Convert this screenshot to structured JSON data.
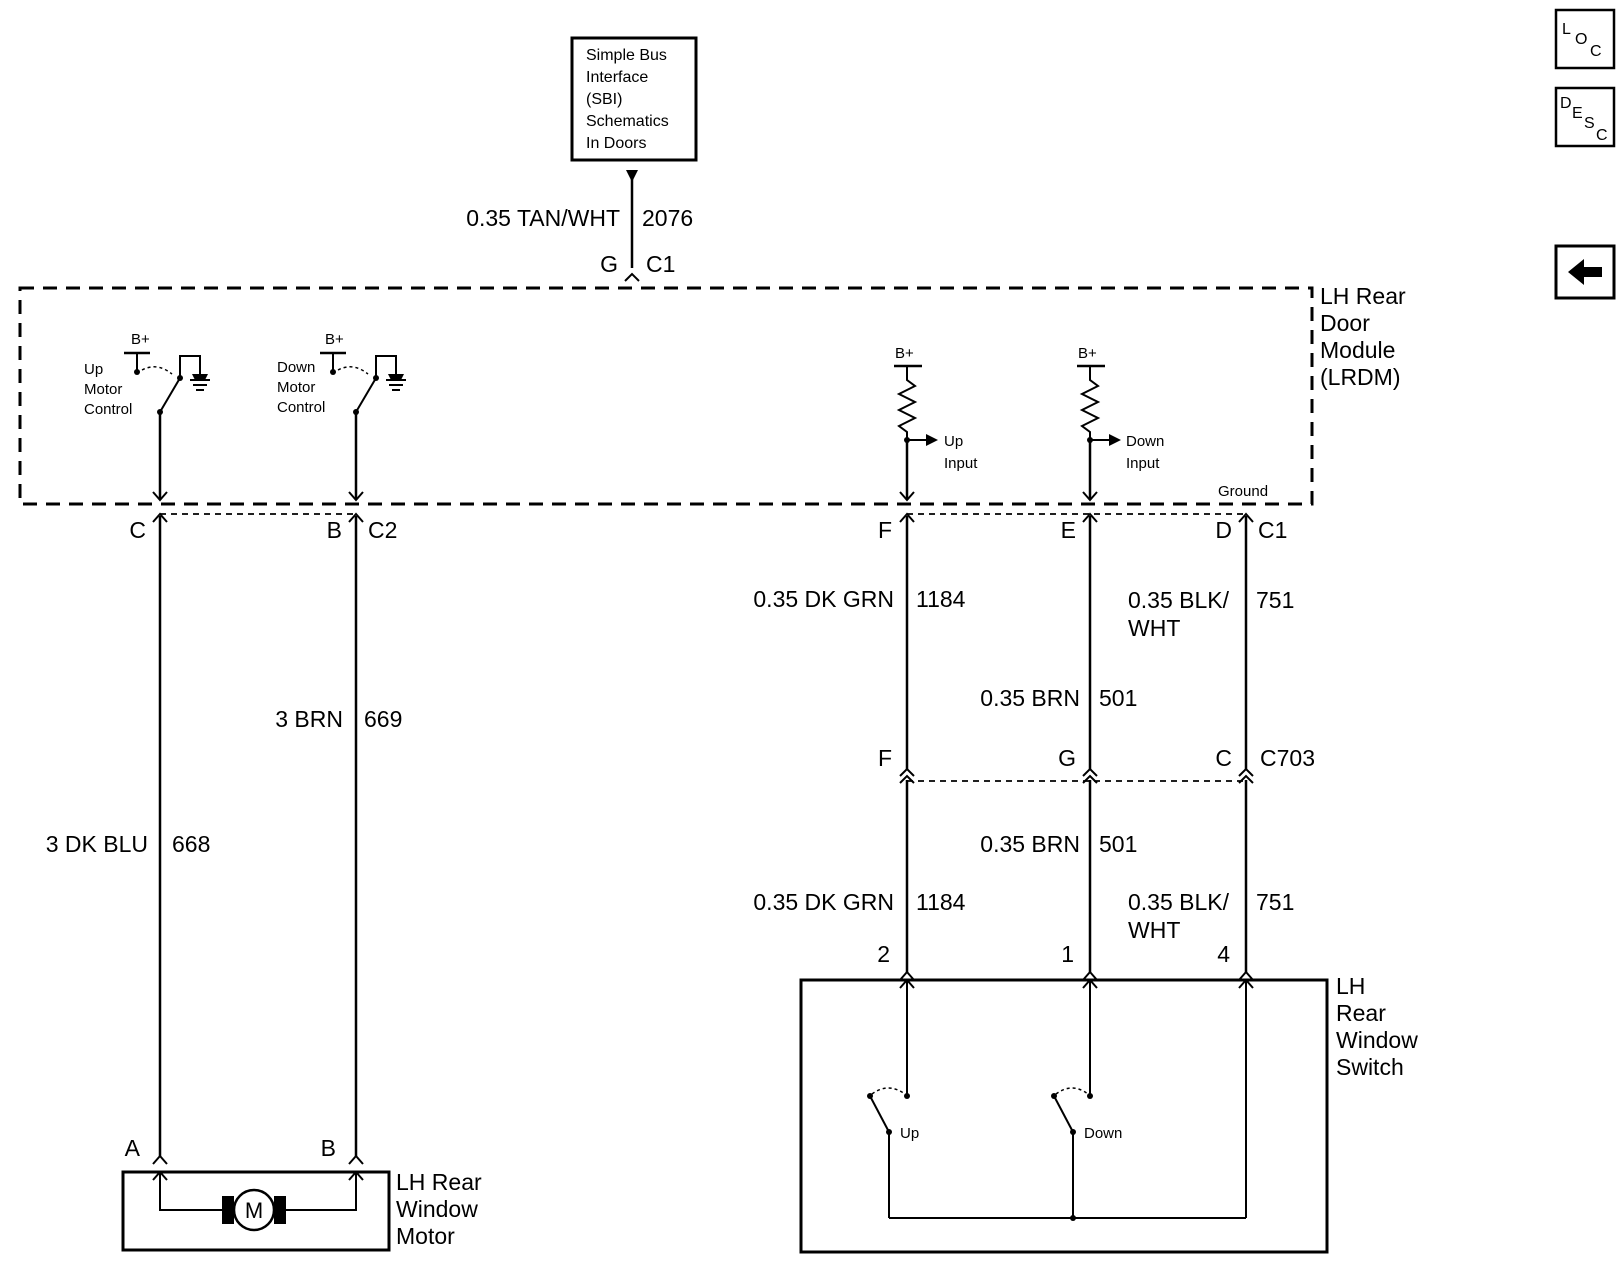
{
  "sbi_box": {
    "lines": [
      "Simple Bus",
      "Interface",
      "(SBI)",
      "Schematics",
      "In Doors"
    ]
  },
  "sbi_wire": {
    "spec": "0.35 TAN/WHT",
    "circuit": "2076",
    "pin": "G",
    "connector": "C1"
  },
  "module": {
    "name_lines": [
      "LH Rear",
      "Door",
      "Module",
      "(LRDM)"
    ],
    "bplus": "B+",
    "up_motor_control": [
      "Up",
      "Motor",
      "Control"
    ],
    "down_motor_control": [
      "Down",
      "Motor",
      "Control"
    ],
    "up_input": [
      "Up",
      "Input"
    ],
    "down_input": [
      "Down",
      "Input"
    ],
    "ground": "Ground"
  },
  "pins_lrdm": {
    "c": "C",
    "b": "B",
    "c2": "C2",
    "f": "F",
    "e": "E",
    "d": "D",
    "c1": "C1"
  },
  "wires": {
    "w668_spec": "3 DK BLU",
    "w668_num": "668",
    "w669_spec": "3 BRN",
    "w669_num": "669",
    "w1184_spec_upper": "0.35 DK GRN",
    "w1184_num_upper": "1184",
    "w751_spec_upper": [
      "0.35 BLK/",
      "WHT"
    ],
    "w751_num_upper": "751",
    "w501_spec_upper": "0.35 BRN",
    "w501_num_upper": "501",
    "w501_spec_lower": "0.35 BRN",
    "w501_num_lower": "501",
    "w1184_spec_lower": "0.35 DK GRN",
    "w1184_num_lower": "1184",
    "w751_spec_lower": [
      "0.35 BLK/",
      "WHT"
    ],
    "w751_num_lower": "751"
  },
  "c703": {
    "f": "F",
    "g": "G",
    "c": "C",
    "name": "C703"
  },
  "motor": {
    "pin_a": "A",
    "pin_b": "B",
    "symbol": "M",
    "name_lines": [
      "LH Rear",
      "Window",
      "Motor"
    ]
  },
  "switch": {
    "pin_2": "2",
    "pin_1": "1",
    "pin_4": "4",
    "up": "Up",
    "down": "Down",
    "name_lines": [
      "LH",
      "Rear",
      "Window",
      "Switch"
    ]
  },
  "nav": {
    "loc_letters": [
      "L",
      "O",
      "C"
    ],
    "desc_letters": [
      "D",
      "E",
      "S",
      "C"
    ],
    "back_glyph": "⬅"
  }
}
